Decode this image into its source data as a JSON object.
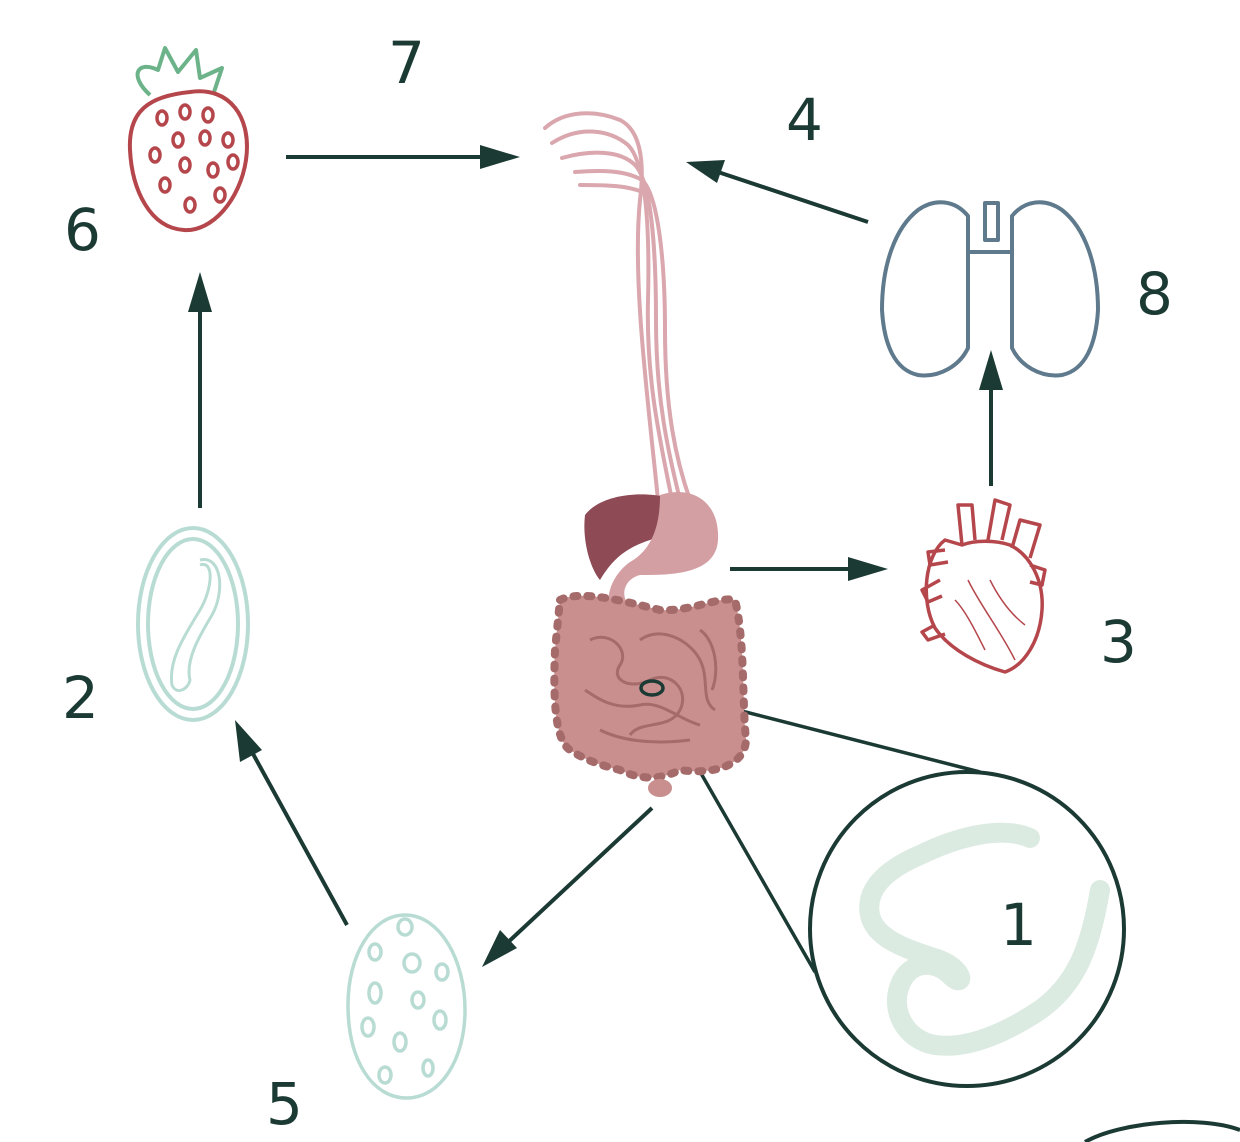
{
  "stages": [
    {
      "id": "worm",
      "label": "1"
    },
    {
      "id": "larvated-egg",
      "label": "2"
    },
    {
      "id": "heart",
      "label": "3"
    },
    {
      "id": "migration",
      "label": "4"
    },
    {
      "id": "egg",
      "label": "5"
    },
    {
      "id": "strawberry",
      "label": "6"
    },
    {
      "id": "ingestion",
      "label": "7"
    },
    {
      "id": "lungs",
      "label": "8"
    }
  ],
  "colors": {
    "arrow": "#1c3a34",
    "egg": "#b8dcd3",
    "worm": "#dcebe2",
    "strawberry": "#b5474c",
    "leaf": "#6cb38a",
    "lungs": "#5e7a8c",
    "heart": "#b5474c",
    "gut": "#c98f8f",
    "gut_dark": "#a56a6a",
    "liver": "#8e4a55",
    "stomach": "#d49fa3",
    "esophagus": "#d9a7ad"
  }
}
